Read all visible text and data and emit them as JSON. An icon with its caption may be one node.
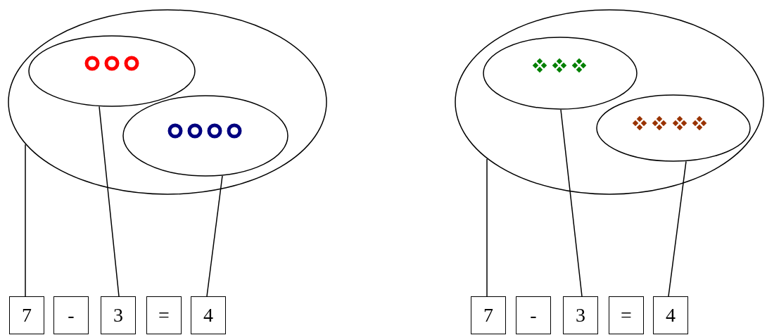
{
  "diagram": {
    "nodes": [
      {
        "text": [],
        "shape": "ellipse"
      },
      {
        "text": [],
        "shape": "ellipse",
        "in": 0
      },
      {
        "text": [],
        "shape": "ellipse",
        "in": 0
      },
      {
        "text": [
          "7"
        ]
      },
      {
        "text": [
          "-"
        ]
      },
      {
        "text": [
          "3"
        ]
      },
      {
        "text": [
          "="
        ]
      },
      {
        "text": [
          "4"
        ]
      },
      {
        "text": [],
        "shape": "ellipse"
      },
      {
        "text": [],
        "shape": "ellipse",
        "in": 8
      },
      {
        "text": [],
        "shape": "ellipse",
        "in": 8
      },
      {
        "text": [
          "7"
        ]
      },
      {
        "text": [
          "-"
        ]
      },
      {
        "text": [
          "3"
        ]
      },
      {
        "text": [
          "="
        ]
      },
      {
        "text": [
          "4"
        ]
      }
    ],
    "edges": [
      {
        "from": 0,
        "to": 3,
        "arrow": "none"
      },
      {
        "from": 1,
        "to": 5,
        "arrow": "none"
      },
      {
        "from": 2,
        "to": 7,
        "arrow": "none"
      },
      {
        "from": 8,
        "to": 11,
        "arrow": "none"
      },
      {
        "from": 9,
        "to": 13,
        "arrow": "none"
      },
      {
        "from": 10,
        "to": 15,
        "arrow": "none"
      }
    ]
  }
}
